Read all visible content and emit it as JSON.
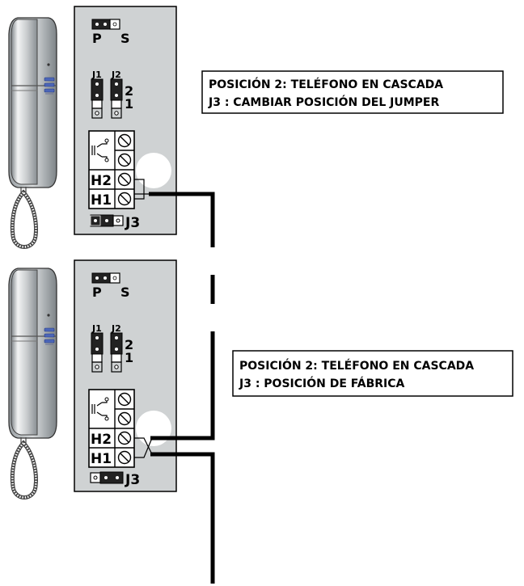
{
  "units": [
    {
      "jumper_p": "P",
      "jumper_s": "S",
      "j1": "J1",
      "j2": "J2",
      "pos2": "2",
      "pos1": "1",
      "terminal_h2": "H2",
      "terminal_h1": "H1",
      "j3": "J3",
      "note_line1": "POSICIÓN 2: TELÉFONO EN CASCADA",
      "note_line2": "J3 : CAMBIAR POSICIÓN DEL JUMPER"
    },
    {
      "jumper_p": "P",
      "jumper_s": "S",
      "j1": "J1",
      "j2": "J2",
      "pos2": "2",
      "pos1": "1",
      "terminal_h2": "H2",
      "terminal_h1": "H1",
      "j3": "J3",
      "note_line1": "POSICIÓN 2: TELÉFONO EN CASCADA",
      "note_line2": "J3 : POSICIÓN DE FÁBRICA"
    }
  ],
  "colors": {
    "panel": "#cfd2d3",
    "handset_light": "#e6e8ea",
    "handset_dark": "#8d9296",
    "button_blue": "#4c66b8",
    "wire": "#000000"
  }
}
